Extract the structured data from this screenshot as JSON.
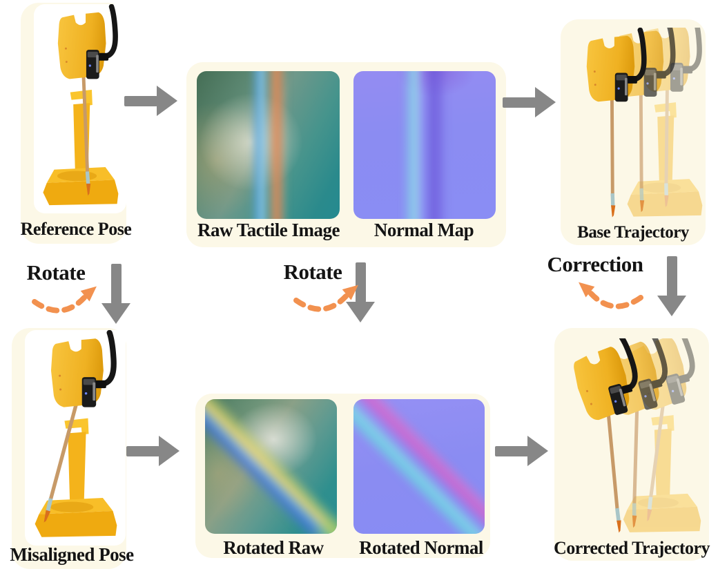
{
  "pipeline": {
    "top_row": {
      "reference_pose": {
        "label": "Reference Pose"
      },
      "tactile_panel": {
        "raw_label": "Raw Tactile Image",
        "normal_label": "Normal Map"
      },
      "base_trajectory": {
        "label": "Base Trajectory"
      }
    },
    "transforms": {
      "rotate_pose": {
        "label": "Rotate"
      },
      "rotate_tactile": {
        "label": "Rotate"
      },
      "correction": {
        "label": "Correction"
      }
    },
    "bottom_row": {
      "misaligned_pose": {
        "label": "Misaligned Pose"
      },
      "tactile_panel": {
        "raw_label": "Rotated Raw",
        "normal_label": "Rotated Normal"
      },
      "corrected_trajectory": {
        "label": "Corrected Trajectory"
      }
    },
    "colors": {
      "panel_background": "#FCF8E7",
      "arrow_gray": "#878787",
      "accent_orange": "#F2914F",
      "text": "#141414"
    }
  }
}
